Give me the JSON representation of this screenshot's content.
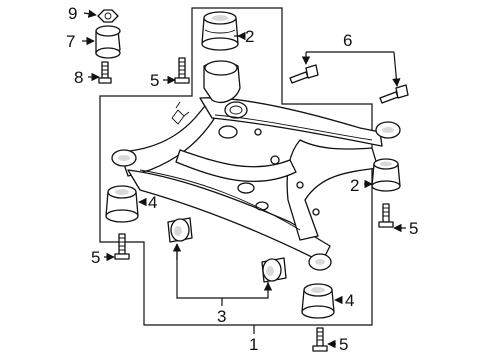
{
  "diagram": {
    "type": "exploded parts diagram",
    "callouts": {
      "c1": "1",
      "c2a": "2",
      "c2b": "2",
      "c3": "3",
      "c4a": "4",
      "c4b": "4",
      "c5a": "5",
      "c5b": "5",
      "c5c": "5",
      "c5d": "5",
      "c6": "6",
      "c7": "7",
      "c8": "8",
      "c9": "9"
    }
  }
}
